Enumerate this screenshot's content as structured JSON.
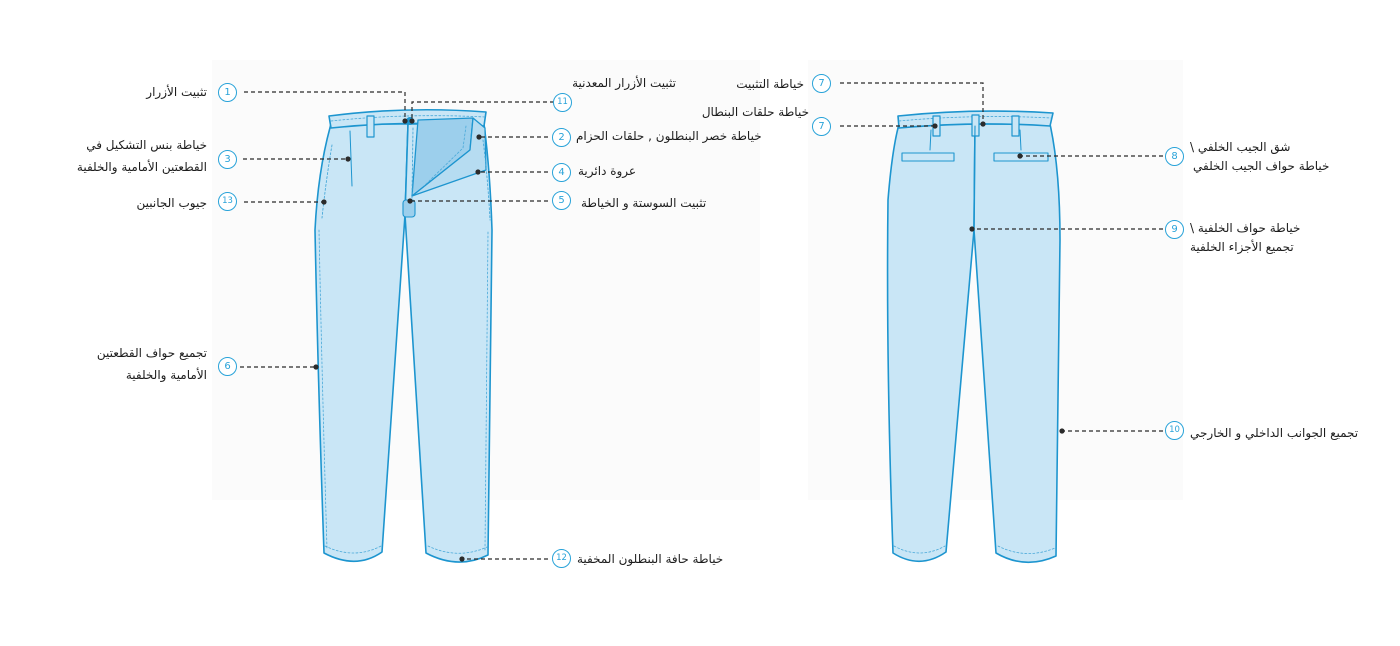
{
  "colors": {
    "fabric": "#c9e6f6",
    "fabric_dark": "#9ccfec",
    "outline": "#1d95cf",
    "stitch": "#4aa9d9",
    "badge": "#29a3d9",
    "leader": "#2b2b2b"
  },
  "labels": [
    {
      "n": "1",
      "text": "تثبيت الأزرار"
    },
    {
      "n": "11",
      "text": "تثبيت الأزرار المعدنية"
    },
    {
      "n": "2",
      "text": "خياطة خصر البنطلون , حلقات الحزام"
    },
    {
      "n": "3",
      "text": "خياطة بنس التشكيل في",
      "text2": "القطعتين الأمامية والخلفية"
    },
    {
      "n": "4",
      "text": "عروة دائرية"
    },
    {
      "n": "13",
      "text": "جيوب الجانبين"
    },
    {
      "n": "5",
      "text": "تثبيت السوستة و الخياطة"
    },
    {
      "n": "6",
      "text": "تجميع حواف القطعتين",
      "text2": "الأمامية والخلفية"
    },
    {
      "n": "12",
      "text": "خياطة حافة البنطلون المخفية"
    },
    {
      "n": "7",
      "text": "خياطة التثبيت"
    },
    {
      "n": "7",
      "text": "خياطة حلقات البنطال"
    },
    {
      "n": "8",
      "text": "شق الجيب الخلفي \\",
      "text2": "خياطة حواف الجيب الخلفي"
    },
    {
      "n": "9",
      "text": "خياطة حواف الخلفية \\",
      "text2": "تجميع الأجزاء الخلفية"
    },
    {
      "n": "10",
      "text": "تجميع الجوانب الداخلي و الخارجي"
    }
  ]
}
